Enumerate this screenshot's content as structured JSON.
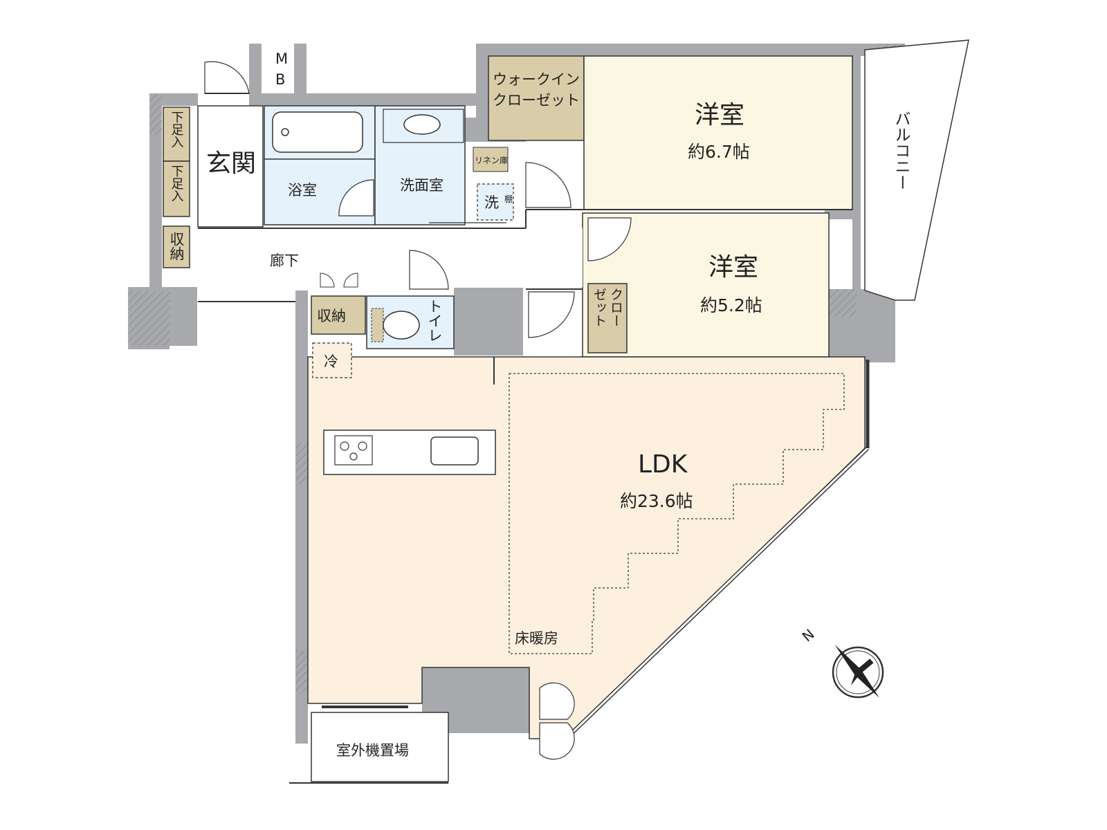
{
  "colors": {
    "wall": "#a7a9ac",
    "bedroom": "#fbf7e3",
    "ldk": "#fdf0df",
    "wet": "#e5f1fb",
    "storage": "#d9cca8",
    "line": "#333333",
    "white": "#ffffff"
  },
  "rooms": {
    "entrance": "玄関",
    "bath": "浴室",
    "washroom": "洗面室",
    "linen": "リネン庫",
    "washer": "洗",
    "shelf": "棚",
    "corridor": "廊下",
    "mb_m": "M",
    "mb_b": "B",
    "walkin_1": "ウォークイン",
    "walkin_2": "クローゼット",
    "bedroom1_name": "洋室",
    "bedroom1_size": "約6.7帖",
    "bedroom2_name": "洋室",
    "bedroom2_size": "約5.2帖",
    "closet_a": "クロー",
    "closet_b": "ゼット",
    "balcony": "バルコニー",
    "shoe_a": "下足入",
    "shoe_b": "下足入",
    "storage_entry": "収納",
    "storage_hall": "収納",
    "toilet": "トイレ",
    "fridge": "冷",
    "ldk_name": "LDK",
    "ldk_size": "約23.6帖",
    "floor_heating": "床暖房",
    "ac_unit": "室外機置場"
  },
  "compass": {
    "north": "N",
    "icon": "compass-north-icon"
  }
}
